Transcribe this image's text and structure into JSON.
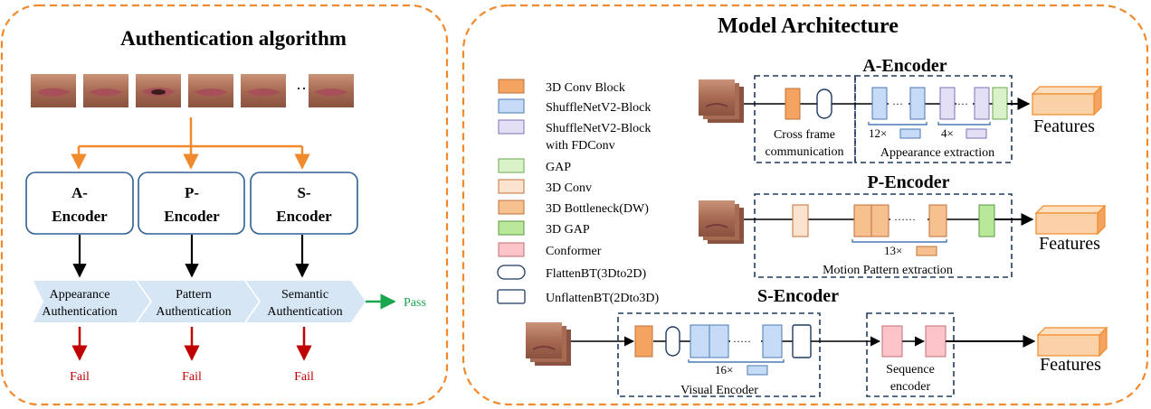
{
  "left": {
    "title": "Authentication algorithm",
    "ellipsis": "···",
    "encoders": [
      {
        "line1": "A-",
        "line2": "Encoder"
      },
      {
        "line1": "P-",
        "line2": "Encoder"
      },
      {
        "line1": "S-",
        "line2": "Encoder"
      }
    ],
    "stages": [
      {
        "line1": "Appearance",
        "line2": "Authentication"
      },
      {
        "line1": "Pattern",
        "line2": "Authentication"
      },
      {
        "line1": "Semantic",
        "line2": "Authentication"
      }
    ],
    "pass": "Pass",
    "fail": "Fail"
  },
  "right": {
    "title": "Model Architecture",
    "legend": [
      {
        "text": "3D Conv Block",
        "fill": "#f4a460",
        "stroke": "#c0703a"
      },
      {
        "text": "ShuffleNetV2-Block",
        "fill": "#c6dbf5",
        "stroke": "#4a7ab5"
      },
      {
        "text": "ShuffleNetV2-Block",
        "text2": "with FDConv",
        "fill": "#e5dff5",
        "stroke": "#7a70b5"
      },
      {
        "text": "GAP",
        "fill": "#d9f2c9",
        "stroke": "#6aaa50"
      },
      {
        "text": "3D Conv",
        "fill": "#fbe3cf",
        "stroke": "#c0703a"
      },
      {
        "text": "3D Bottleneck(DW)",
        "fill": "#f7c08f",
        "stroke": "#c0703a"
      },
      {
        "text": "3D GAP",
        "fill": "#b9e89a",
        "stroke": "#5a9a40"
      },
      {
        "text": "Conformer",
        "fill": "#fbc4c8",
        "stroke": "#c07078"
      },
      {
        "text": "FlattenBT(3Dto2D)",
        "fill": "#ffffff",
        "stroke": "#1f3a5f"
      },
      {
        "text": "UnflattenBT(2Dto3D)",
        "fill": "#ffffff",
        "stroke": "#1f3a5f"
      }
    ],
    "a_encoder": {
      "title": "A-Encoder",
      "cross1": "Cross frame",
      "cross2": "communication",
      "rep1": "12×",
      "rep2": "4×",
      "sub": "Appearance extraction",
      "out": "Features"
    },
    "p_encoder": {
      "title": "P-Encoder",
      "rep": "13×",
      "sub": "Motion Pattern extraction",
      "out": "Features"
    },
    "s_encoder": {
      "title": "S-Encoder",
      "rep": "16×",
      "visual": "Visual Encoder",
      "seq1": "Sequence",
      "seq2": "encoder",
      "out": "Features"
    }
  },
  "colors": {
    "frame": "#f08a2c",
    "arrow_orange": "#f08a2c",
    "pass_green": "#1aa64f",
    "fail_red": "#c00000",
    "encoder_border": "#2f5f94",
    "chevron": "#d6e6f5",
    "dash_box": "#1f3a5f"
  }
}
